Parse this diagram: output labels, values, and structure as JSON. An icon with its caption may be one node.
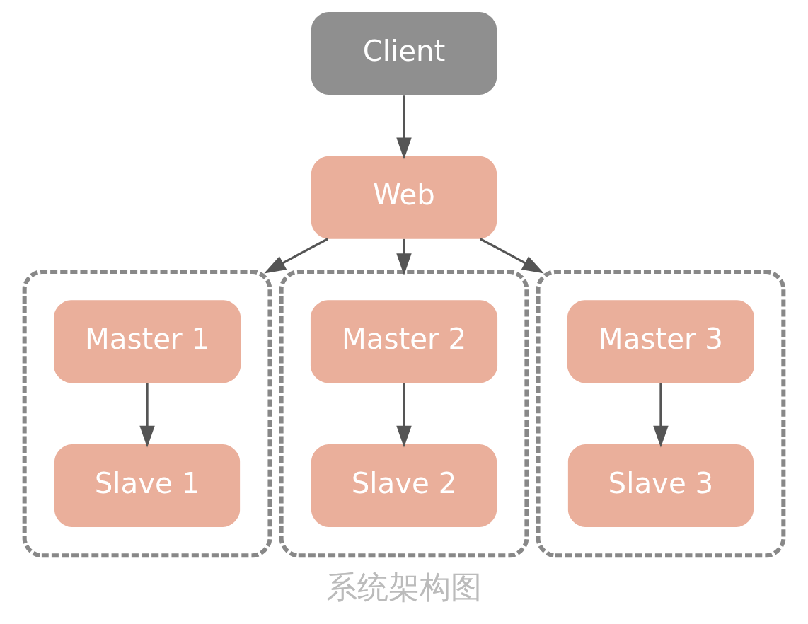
{
  "diagram": {
    "caption": "系统架构图",
    "nodes": [
      {
        "text": [
          "Client"
        ]
      },
      {
        "text": [
          "Web"
        ]
      },
      {
        "text": [],
        "shape": "box"
      },
      {
        "text": [
          "Master 1"
        ],
        "in": 2
      },
      {
        "text": [
          "Slave 1"
        ],
        "in": 2
      },
      {
        "text": [],
        "shape": "box"
      },
      {
        "text": [
          "Master 2"
        ],
        "in": 5
      },
      {
        "text": [
          "Slave 2"
        ],
        "in": 5
      },
      {
        "text": [],
        "shape": "box"
      },
      {
        "text": [
          "Master 3"
        ],
        "in": 8
      },
      {
        "text": [
          "Slave 3"
        ],
        "in": 8
      }
    ],
    "edges": [
      {
        "from": 0,
        "to": 1,
        "arrow": "to"
      },
      {
        "from": 1,
        "to": 2,
        "arrow": "to"
      },
      {
        "from": 1,
        "to": 5,
        "arrow": "to"
      },
      {
        "from": 1,
        "to": 8,
        "arrow": "to"
      },
      {
        "from": 3,
        "to": 4,
        "arrow": "to"
      },
      {
        "from": 6,
        "to": 7,
        "arrow": "to"
      },
      {
        "from": 9,
        "to": 10,
        "arrow": "to"
      }
    ]
  }
}
